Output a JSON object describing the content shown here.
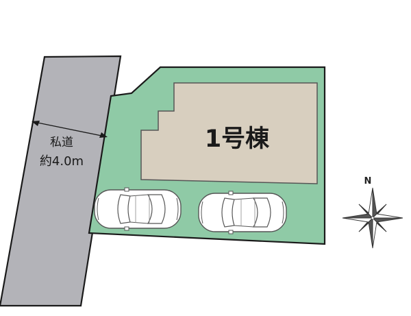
{
  "road": {
    "name": "私道",
    "width": "約4.0m",
    "fill": "#b3b3b8"
  },
  "lot": {
    "fill": "#8fcaa6"
  },
  "building": {
    "label": "1号棟",
    "fill": "#d8cfbf"
  },
  "parking": {
    "cars": 2
  },
  "compass": {
    "north_label": "N"
  },
  "colors": {
    "outline": "#1a1a1a",
    "car_fill": "#ffffff",
    "car_stroke": "#555555"
  }
}
